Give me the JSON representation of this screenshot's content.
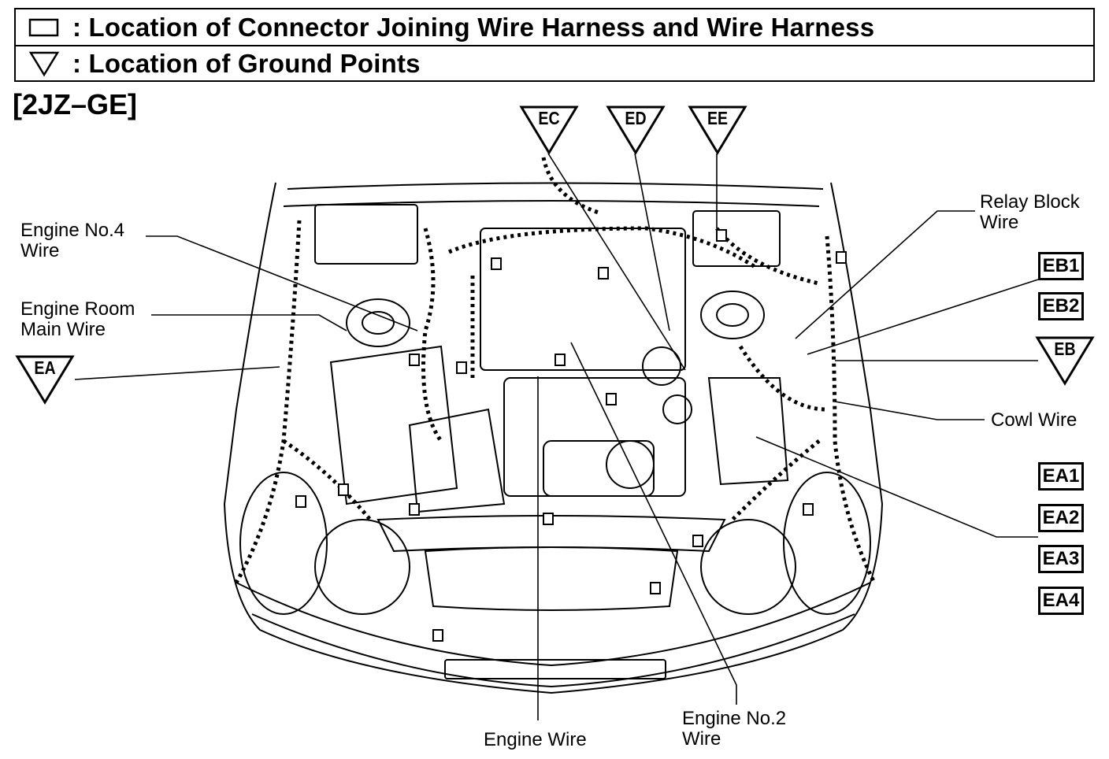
{
  "legend": {
    "connector_text": ": Location of Connector Joining Wire Harness and Wire Harness",
    "ground_text": ": Location of Ground Points",
    "connector_icon": "rectangle-icon",
    "ground_icon": "down-triangle-icon"
  },
  "engine_title": "[2JZ–GE]",
  "ground_points": {
    "ec": "EC",
    "ed": "ED",
    "ee": "EE",
    "ea": "EA",
    "eb": "EB"
  },
  "connectors": {
    "eb1": "EB1",
    "eb2": "EB2",
    "ea1": "EA1",
    "ea2": "EA2",
    "ea3": "EA3",
    "ea4": "EA4"
  },
  "labels": {
    "engine_no4_line1": "Engine No.4",
    "engine_no4_line2": "Wire",
    "engine_room_line1": "Engine Room",
    "engine_room_line2": "Main Wire",
    "relay_block_line1": "Relay Block",
    "relay_block_line2": "Wire",
    "cowl_wire": "Cowl Wire",
    "engine_wire": "Engine Wire",
    "engine_no2_line1": "Engine No.2",
    "engine_no2_line2": "Wire"
  }
}
